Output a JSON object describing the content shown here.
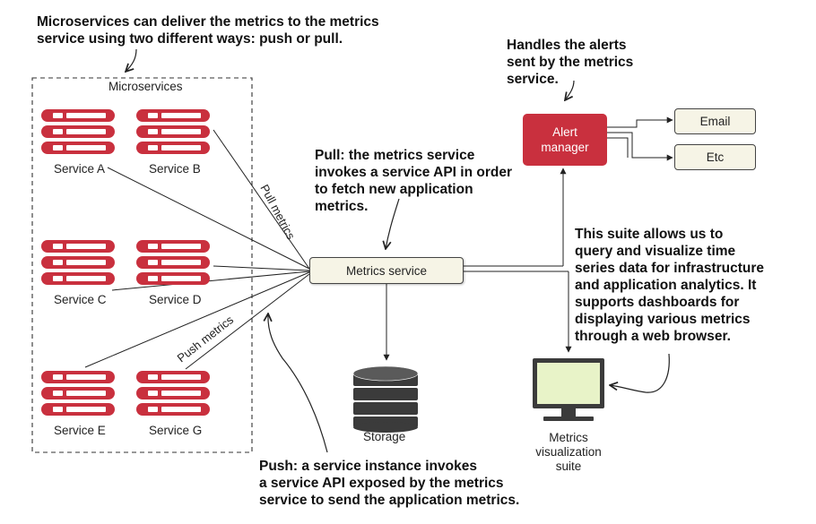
{
  "annotations": {
    "top": "Microservices can deliver the metrics to the metrics\nservice using two different ways: push or pull.",
    "alerts": "Handles the alerts\nsent by the metrics\nservice.",
    "pull": "Pull: the metrics service\ninvokes a service API in order\nto fetch new application\nmetrics.",
    "suite": "This suite allows us to\nquery and visualize time\nseries data for infrastructure\nand application analytics. It\nsupports dashboards for\ndisplaying various metrics\nthrough a web browser.",
    "push": "Push: a service instance invokes\na service API exposed by the metrics\nservice to send the application metrics."
  },
  "microservices": {
    "group_label": "Microservices",
    "services": [
      {
        "label": "Service A"
      },
      {
        "label": "Service B"
      },
      {
        "label": "Service C"
      },
      {
        "label": "Service D"
      },
      {
        "label": "Service E"
      },
      {
        "label": "Service G"
      }
    ]
  },
  "edges": {
    "pull_label": "Pull metrics",
    "push_label": "Push metrics"
  },
  "metrics_service": {
    "label": "Metrics service"
  },
  "alert_manager": {
    "label": "Alert\nmanager",
    "color": "#c9303e"
  },
  "outputs": {
    "email": "Email",
    "etc": "Etc"
  },
  "storage": {
    "label": "Storage"
  },
  "visualization": {
    "label": "Metrics\nvisualization\nsuite"
  },
  "colors": {
    "service_red": "#c9303e",
    "box_fill": "#f6f4e6",
    "monitor_screen": "#e8f3c8",
    "storage_dark": "#3b3b3b"
  }
}
